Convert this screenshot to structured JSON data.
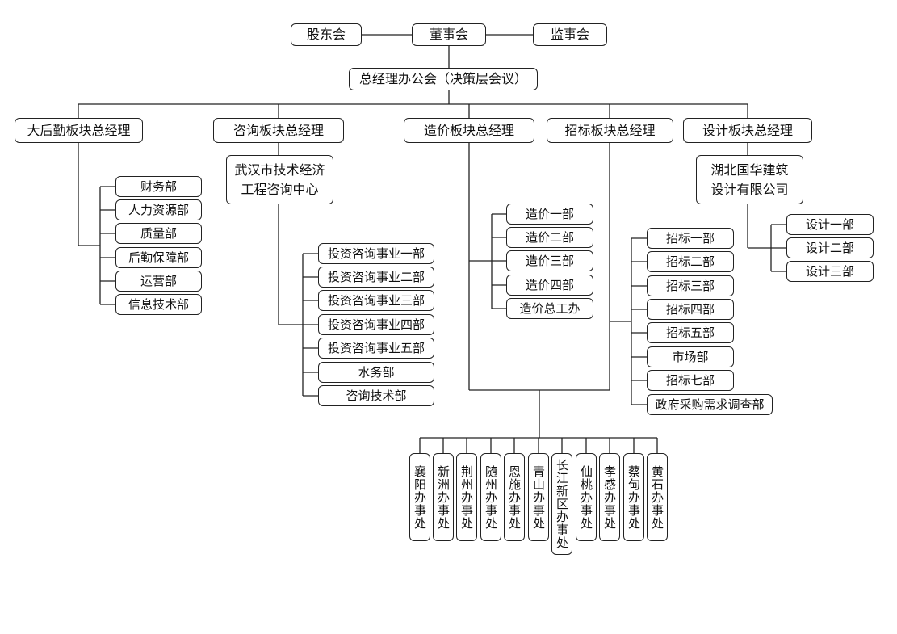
{
  "top": {
    "shareholders": "股东会",
    "board": "董事会",
    "supervisors": "监事会",
    "gm_office": "总经理办公会（决策层会议）"
  },
  "logistics": {
    "head": "大后勤板块总经理",
    "depts": [
      "财务部",
      "人力资源部",
      "质量部",
      "后勤保障部",
      "运营部",
      "信息技术部"
    ]
  },
  "consulting": {
    "head": "咨询板块总经理",
    "center": "武汉市技术经济\n工程咨询中心",
    "depts": [
      "投资咨询事业一部",
      "投资咨询事业二部",
      "投资咨询事业三部",
      "投资咨询事业四部",
      "投资咨询事业五部",
      "水务部",
      "咨询技术部"
    ]
  },
  "cost": {
    "head": "造价板块总经理",
    "depts": [
      "造价一部",
      "造价二部",
      "造价三部",
      "造价四部",
      "造价总工办"
    ]
  },
  "bidding": {
    "head": "招标板块总经理",
    "depts": [
      "招标一部",
      "招标二部",
      "招标三部",
      "招标四部",
      "招标五部",
      "市场部",
      "招标七部",
      "政府采购需求调查部"
    ]
  },
  "design": {
    "head": "设计板块总经理",
    "company": "湖北国华建筑\n设计有限公司",
    "depts": [
      "设计一部",
      "设计二部",
      "设计三部"
    ]
  },
  "offices": [
    "襄阳办事处",
    "新洲办事处",
    "荆州办事处",
    "随州办事处",
    "恩施办事处",
    "青山办事处",
    "长江新区办事处",
    "仙桃办事处",
    "孝感办事处",
    "蔡甸办事处",
    "黄石办事处"
  ]
}
